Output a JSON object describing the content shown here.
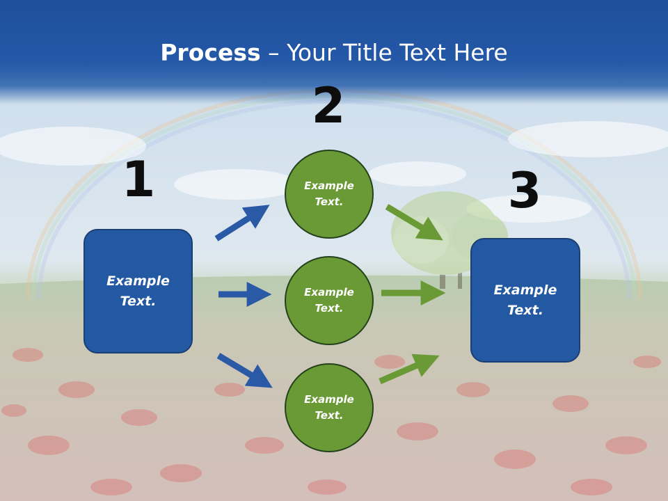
{
  "title": {
    "bold": "Process",
    "rest": " – Your Title Text Here"
  },
  "steps": [
    {
      "number": "1",
      "text_line1": "Example",
      "text_line2": "Text."
    },
    {
      "number": "2",
      "circles": [
        {
          "text_line1": "Example",
          "text_line2": "Text."
        },
        {
          "text_line1": "Example",
          "text_line2": "Text."
        },
        {
          "text_line1": "Example",
          "text_line2": "Text."
        }
      ]
    },
    {
      "number": "3",
      "text_line1": "Example",
      "text_line2": "Text."
    }
  ],
  "colors": {
    "title_bar": "#2459a8",
    "box": "#2359a2",
    "circle": "#6a9a35",
    "arrow_blue": "#2a5aa5",
    "arrow_green": "#6a9a35"
  }
}
